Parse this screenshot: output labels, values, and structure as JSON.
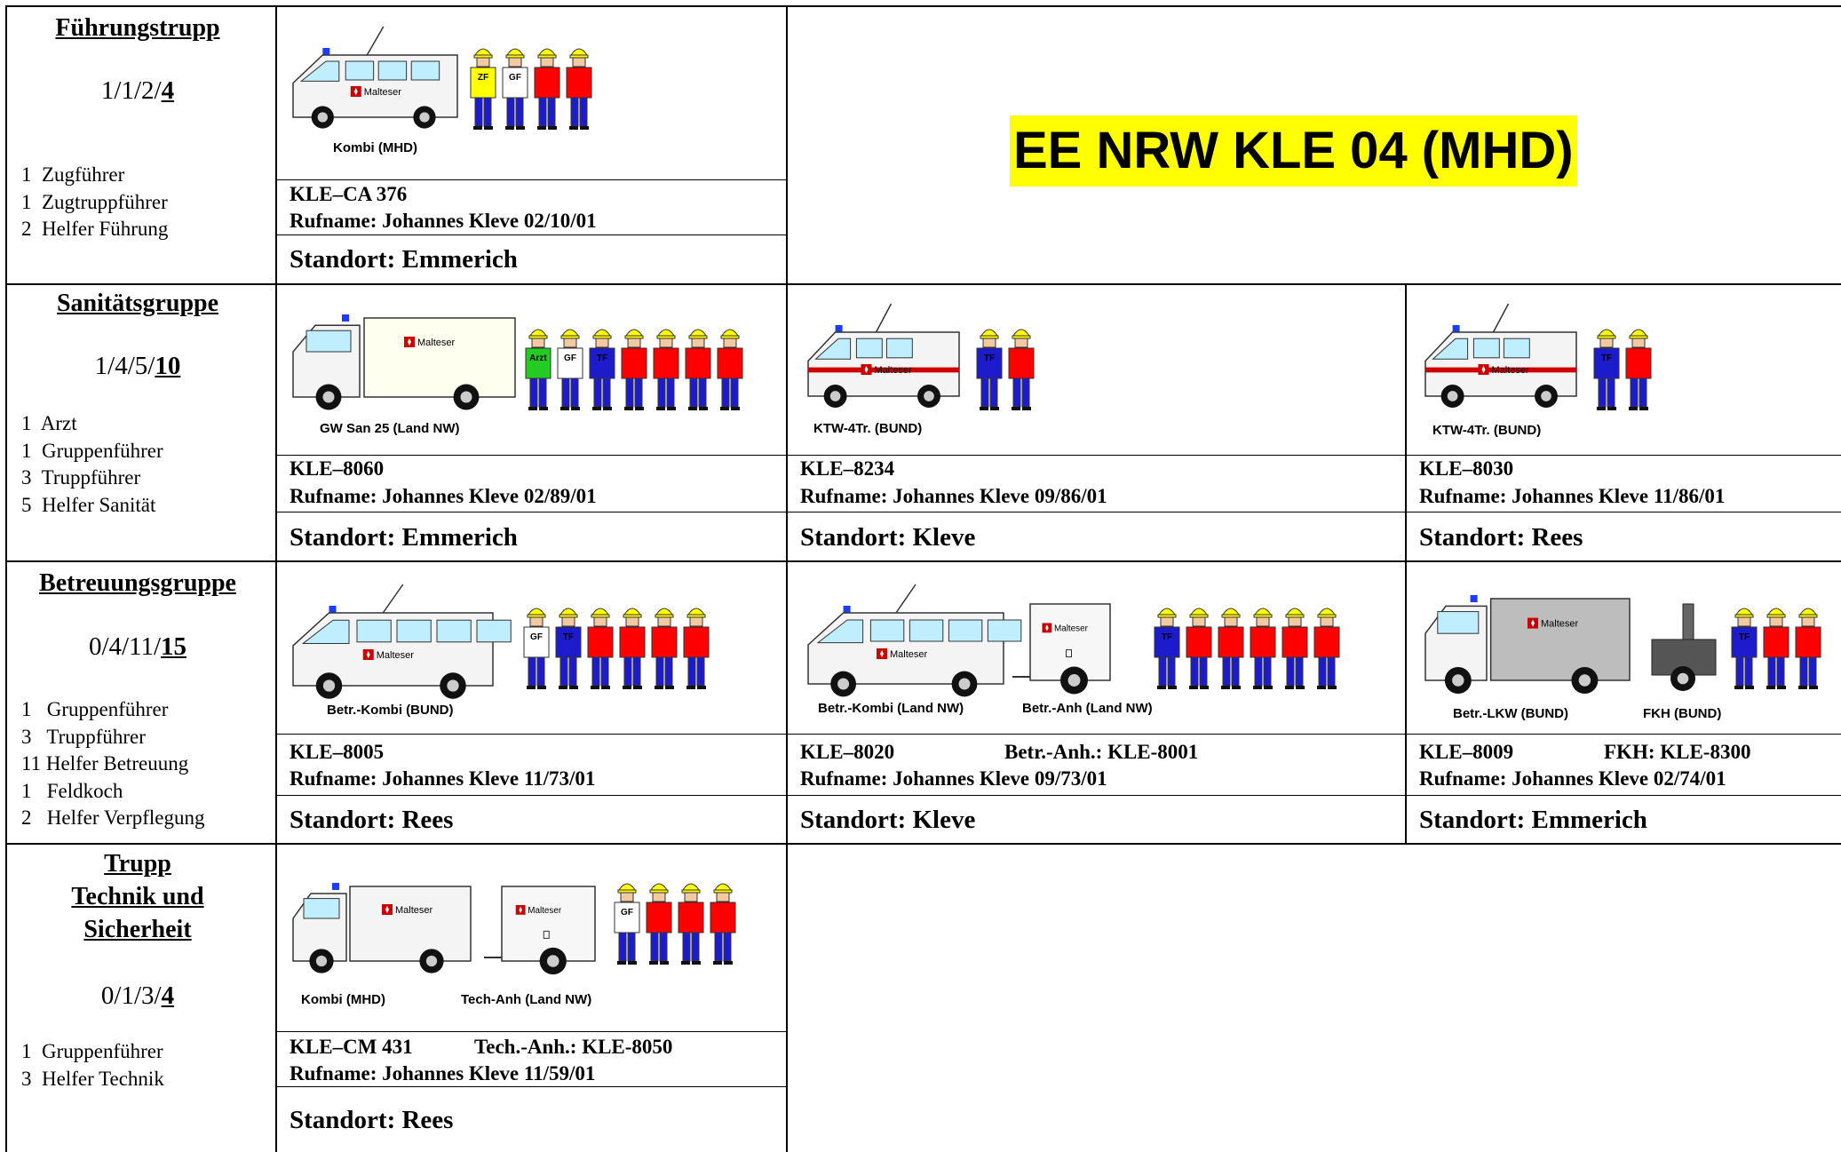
{
  "title": "EE NRW KLE 04 (MHD)",
  "groups": [
    {
      "name": "Führungstrupp",
      "formula_prefix": "1/1/2/",
      "formula_total": "4",
      "roles": "1  Zugführer\n1  Zugtruppführer\n2  Helfer Führung",
      "vehicles": [
        {
          "label": "Kombi (MHD)",
          "plate": "KLE–CA 376",
          "rufname": "Rufname: Johannes Kleve 02/10/01",
          "standort": "Standort: Emmerich"
        }
      ]
    },
    {
      "name": "Sanitätsgruppe",
      "formula_prefix": "1/4/5/",
      "formula_total": "10",
      "roles": "1  Arzt\n1  Gruppenführer\n3  Truppführer\n5  Helfer Sanität",
      "vehicles": [
        {
          "label": "GW San 25 (Land NW)",
          "plate": "KLE–8060",
          "rufname": "Rufname: Johannes Kleve 02/89/01",
          "standort": "Standort: Emmerich"
        },
        {
          "label": "KTW-4Tr. (BUND)",
          "plate": "KLE–8234",
          "rufname": "Rufname: Johannes Kleve 09/86/01",
          "standort": "Standort: Kleve"
        },
        {
          "label": "KTW-4Tr. (BUND)",
          "plate": "KLE–8030",
          "rufname": "Rufname: Johannes Kleve 11/86/01",
          "standort": "Standort: Rees"
        }
      ]
    },
    {
      "name": "Betreuungsgruppe",
      "formula_prefix": "0/4/11/",
      "formula_total": "15",
      "roles": "1   Gruppenführer\n3   Truppführer\n11 Helfer Betreuung\n1   Feldkoch\n2   Helfer Verpflegung",
      "vehicles": [
        {
          "label": "Betr.-Kombi (BUND)",
          "plate": "KLE–8005",
          "rufname": "Rufname: Johannes Kleve 11/73/01",
          "standort": "Standort: Rees"
        },
        {
          "label": "Betr.-Kombi (Land NW)",
          "label2": "Betr.-Anh (Land NW)",
          "plate": "KLE–8020",
          "plate2": "Betr.-Anh.: KLE-8001",
          "rufname": "Rufname: Johannes Kleve 09/73/01",
          "standort": "Standort: Kleve"
        },
        {
          "label": "Betr.-LKW (BUND)",
          "label2": "FKH (BUND)",
          "plate": "KLE–8009",
          "plate2": "FKH: KLE-8300",
          "rufname": "Rufname: Johannes Kleve 02/74/01",
          "standort": "Standort: Emmerich"
        }
      ]
    },
    {
      "name_lines": [
        "Trupp",
        "Technik und",
        "Sicherheit"
      ],
      "formula_prefix": "0/1/3/",
      "formula_total": "4",
      "roles": "1  Gruppenführer\n3  Helfer Technik",
      "vehicles": [
        {
          "label": "Kombi (MHD)",
          "label2": "Tech-Anh (Land NW)",
          "plate": "KLE–CM 431",
          "plate2": "Tech.-Anh.: KLE-8050",
          "rufname": "Rufname: Johannes Kleve 11/59/01",
          "standort": "Standort: Rees"
        }
      ]
    }
  ],
  "brand": "Malteser",
  "badges": {
    "zf": "ZF",
    "gf": "GF",
    "tf": "TF",
    "arzt": "Arzt"
  },
  "colors": {
    "title_bg": "#ffff00",
    "helmet": "#ffff00",
    "jacket_red": "#ff0000",
    "trousers_blue": "#1c1ccc",
    "arzt_green": "#22cc22",
    "malteser_red": "#cc0000"
  }
}
